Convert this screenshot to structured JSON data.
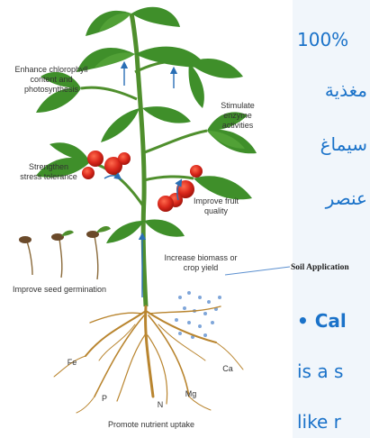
{
  "diagram": {
    "labels": {
      "chlorophyll": "Enhance chlorophyll content and photosynthesis",
      "enzyme": "Stimulate enzyme activities",
      "stress": "Strengthen stress tolerance",
      "fruit": "Improve fruit quality",
      "germination": "Improve seed germination",
      "biomass": "Increase biomass or crop yield",
      "nutrient": "Promote nutrient uptake",
      "soil": "Soil Application"
    },
    "nutrients": {
      "fe": "Fe",
      "p": "P",
      "n": "N",
      "mg": "Mg",
      "ca": "Ca"
    }
  },
  "side_text": {
    "line1": "100%",
    "line2": "مغذية",
    "line3": "سيماغ",
    "line4": "عنصر",
    "bullet_line1": "• Cal",
    "bullet_line2": "is a s",
    "bullet_line3": "like r"
  },
  "colors": {
    "accent_text": "#1a72c9",
    "leaf": "#3f8f2a",
    "fruit": "#d9271b",
    "root": "#b9852f",
    "arrow": "#2a6fb5"
  }
}
